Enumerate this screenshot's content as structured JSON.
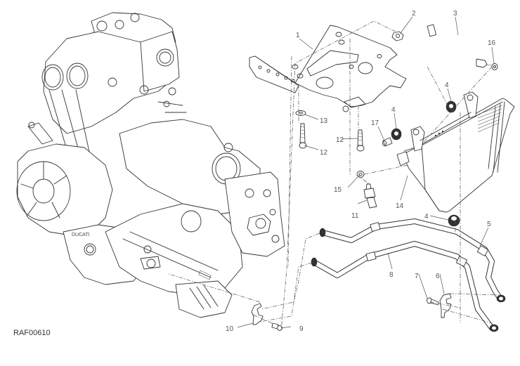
{
  "diagram": {
    "type": "exploded-parts-diagram",
    "subject": "Engine oil cooler assembly",
    "drawing_code": "RAF00610",
    "colors": {
      "line": "#333333",
      "background": "#ffffff",
      "label": "#555555"
    },
    "callouts": [
      {
        "id": "1",
        "label": "1",
        "part": "bracket"
      },
      {
        "id": "2",
        "label": "2",
        "part": "nut"
      },
      {
        "id": "3",
        "label": "3",
        "part": "sensor-cable"
      },
      {
        "id": "4a",
        "label": "4",
        "part": "rubber-grommet"
      },
      {
        "id": "4b",
        "label": "4",
        "part": "rubber-grommet"
      },
      {
        "id": "4c",
        "label": "4",
        "part": "rubber-grommet"
      },
      {
        "id": "5",
        "label": "5",
        "part": "oil-hose-upper"
      },
      {
        "id": "6",
        "label": "6",
        "part": "hose-clip"
      },
      {
        "id": "7",
        "label": "7",
        "part": "screw"
      },
      {
        "id": "8",
        "label": "8",
        "part": "oil-hose-lower"
      },
      {
        "id": "9",
        "label": "9",
        "part": "screw"
      },
      {
        "id": "10",
        "label": "10",
        "part": "hose-clip"
      },
      {
        "id": "11",
        "label": "11",
        "part": "oil-pressure-switch"
      },
      {
        "id": "12a",
        "label": "12",
        "part": "screw"
      },
      {
        "id": "12b",
        "label": "12",
        "part": "screw"
      },
      {
        "id": "13",
        "label": "13",
        "part": "washer"
      },
      {
        "id": "14",
        "label": "14",
        "part": "oil-cooler"
      },
      {
        "id": "15",
        "label": "15",
        "part": "sealing-washer"
      },
      {
        "id": "16",
        "label": "16",
        "part": "sealing-washer"
      },
      {
        "id": "17",
        "label": "17",
        "part": "spacer"
      }
    ]
  }
}
